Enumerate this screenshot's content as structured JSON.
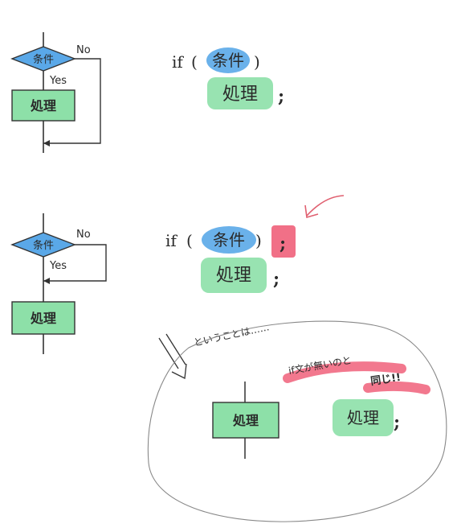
{
  "diagram1": {
    "condition_label": "条件",
    "no_label": "No",
    "yes_label": "Yes",
    "process_label": "処理"
  },
  "code1": {
    "if_keyword": "if",
    "open_paren": "(",
    "condition": "条件",
    "close_paren": ")",
    "statement": "処理",
    "semicolon": ";"
  },
  "diagram2": {
    "condition_label": "条件",
    "no_label": "No",
    "yes_label": "Yes",
    "process_label": "処理"
  },
  "code2": {
    "if_keyword": "if",
    "open_paren": "(",
    "condition": "条件",
    "close_paren": ")",
    "extra_semicolon": ";",
    "statement": "処理",
    "semicolon": ";"
  },
  "annotation": {
    "text": "ということは……"
  },
  "circle_note": {
    "no_if_text": "if文が無いのと",
    "same_text": "同じ!!",
    "process_label": "処理",
    "statement": "処理",
    "semicolon": ";"
  },
  "colors": {
    "condition_blue": "#5aa8e8",
    "process_green": "#8de0a8",
    "highlight_pink": "#f0607a",
    "arrow_pink": "#e06070",
    "line": "#333333"
  }
}
